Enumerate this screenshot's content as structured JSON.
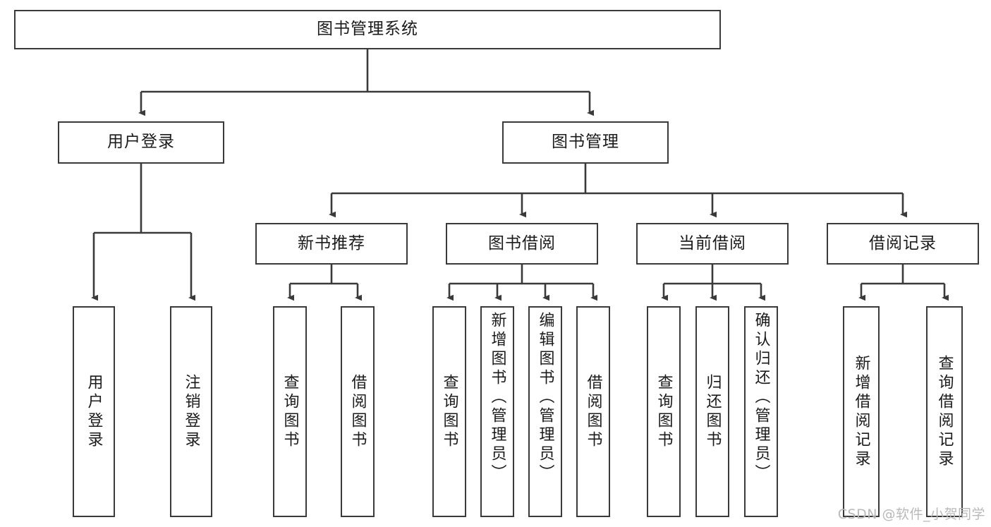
{
  "diagram": {
    "type": "tree-hierarchy",
    "title": "图书管理系统",
    "root": {
      "id": "root",
      "label": "图书管理系统"
    },
    "level2": [
      {
        "id": "user-login",
        "label": "用户登录"
      },
      {
        "id": "book-manage",
        "label": "图书管理"
      }
    ],
    "level3": [
      {
        "id": "new-book-rec",
        "label": "新书推荐",
        "parent": "book-manage"
      },
      {
        "id": "book-borrow",
        "label": "图书借阅",
        "parent": "book-manage"
      },
      {
        "id": "current-borrow",
        "label": "当前借阅",
        "parent": "book-manage"
      },
      {
        "id": "borrow-record",
        "label": "借阅记录",
        "parent": "book-manage"
      }
    ],
    "leaves": [
      {
        "id": "leaf-user-login",
        "label": "用户登录",
        "parent": "user-login"
      },
      {
        "id": "leaf-user-logout",
        "label": "注销登录",
        "parent": "user-login"
      },
      {
        "id": "leaf-rec-query-book",
        "label": "查询图书",
        "parent": "new-book-rec"
      },
      {
        "id": "leaf-rec-borrow-book",
        "label": "借阅图书",
        "parent": "new-book-rec"
      },
      {
        "id": "leaf-borrow-query-book",
        "label": "查询图书",
        "parent": "book-borrow"
      },
      {
        "id": "leaf-borrow-add-book",
        "label": "新增图书（管理员）",
        "parent": "book-borrow"
      },
      {
        "id": "leaf-borrow-edit-book",
        "label": "编辑图书（管理员）",
        "parent": "book-borrow"
      },
      {
        "id": "leaf-borrow-borrow-book",
        "label": "借阅图书",
        "parent": "book-borrow"
      },
      {
        "id": "leaf-current-query-book",
        "label": "查询图书",
        "parent": "current-borrow"
      },
      {
        "id": "leaf-current-return-book",
        "label": "归还图书",
        "parent": "current-borrow"
      },
      {
        "id": "leaf-current-confirm-return",
        "label": "确认归还（管理员）",
        "parent": "current-borrow"
      },
      {
        "id": "leaf-record-add",
        "label": "新增借阅记录",
        "parent": "borrow-record"
      },
      {
        "id": "leaf-record-query",
        "label": "查询借阅记录",
        "parent": "borrow-record"
      }
    ]
  },
  "watermark": {
    "text": "CSDN @软件_小贺同学"
  },
  "colors": {
    "stroke": "#3a3a3a",
    "text": "#1b1b1b",
    "background": "#ffffff",
    "watermark": "#b9b9b9"
  }
}
